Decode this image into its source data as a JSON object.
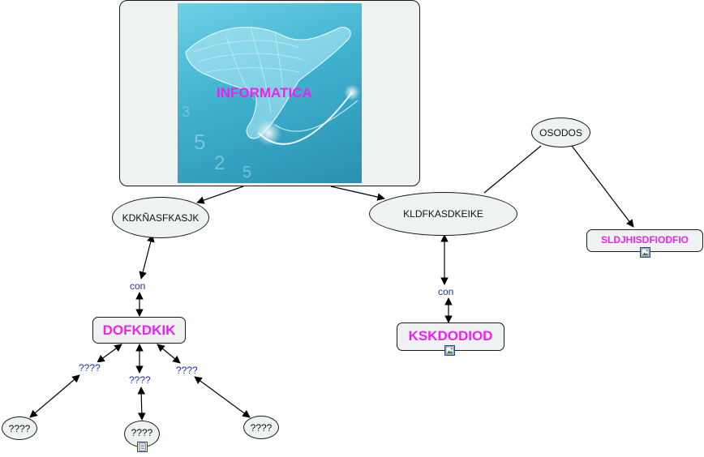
{
  "main_node": {
    "label": "INFORMATICA",
    "image": "holographic-hand-image"
  },
  "nodes": {
    "kdknasfkasjk": "KDKÑASFKASJK",
    "kldfkasdkeike": "KLDFKASDKEIKE",
    "osodos": "OSODOS",
    "sldjhisdfiodfio": "SLDJHISDFIODFIO",
    "kskdodiod": "KSKDODIOD",
    "dofkdkik": "DOFKDKIK",
    "q_left": "????",
    "q_middle": "????",
    "q_right": "????"
  },
  "link_labels": {
    "con_left": "con",
    "con_right": "con",
    "q_label_left": "????",
    "q_label_middle": "????",
    "q_label_right": "????"
  },
  "icons": {
    "image_icon": "image-attachment-icon",
    "document_icon": "document-attachment-icon"
  },
  "colors": {
    "node_fill": "#eef2f3",
    "highlight_text": "#ee22ee",
    "link_label_text": "#1f2fa8",
    "image_blue": "#3fb2cf"
  }
}
